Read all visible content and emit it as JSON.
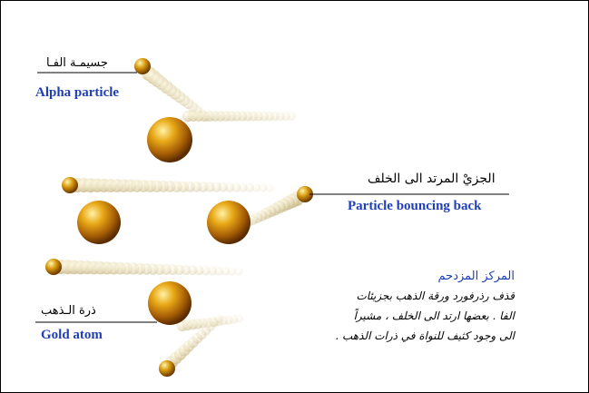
{
  "labels": {
    "alpha_ar": "جسيمـة الفـا",
    "alpha_en": "Alpha particle",
    "bounce_ar": "الجزيْ المرتد الى الخلف",
    "bounce_en": "Particle bouncing back",
    "gold_ar": "ذرة الـذهب",
    "gold_en": "Gold atom"
  },
  "note": {
    "title": "المركز المزدحم",
    "lines": [
      "قذف رذرفورد ورقة الذهب بجزيئات",
      "الفا . بعضها ارتد الى الخلف ، مشيراً",
      "الى وجود كثيف للنواة في ذرات الذهب ."
    ]
  },
  "colors": {
    "label_blue": "#1f3fb8",
    "gold": "#c88a0a",
    "trail": "#e6dcb8",
    "line": "#000000"
  },
  "icons": [
    "gold-atom-sphere",
    "alpha-particle-sphere",
    "particle-trail"
  ]
}
